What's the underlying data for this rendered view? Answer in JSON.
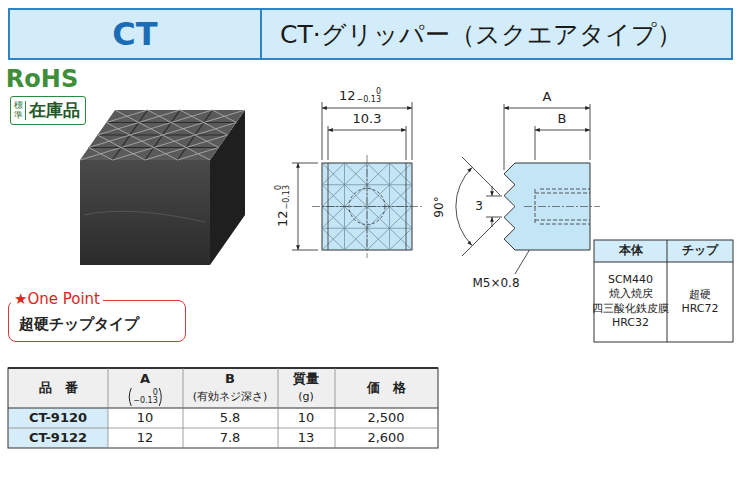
{
  "diagram": {
    "nodes": [
      {
        "text": [
          "CT"
        ]
      },
      {
        "text": [
          "CT·グリッパー（スクエアタイプ）"
        ]
      },
      {
        "text": [
          "標準",
          "在庫品"
        ]
      },
      {
        "text": [
          "★One Point",
          "超硬チップタイプ"
        ]
      }
    ],
    "labels": [
      "RoHS",
      "12",
      "0",
      "−0.13",
      "10.3",
      "12",
      "0",
      "−0.13",
      "A",
      "B",
      "3",
      "90°",
      "M5×0.8",
      "本体",
      "チップ",
      "SCM440 焼入焼戻 四三酸化鉄皮膜 HRC32",
      "超硬 HRC72",
      "品　番",
      "A",
      "0",
      "−0.13",
      "B",
      "(有効ネジ深さ)",
      "質量",
      "(g)",
      "価　格",
      "CT-9120",
      "10",
      "5.8",
      "10",
      "2,500",
      "CT-9122",
      "12",
      "7.8",
      "13",
      "2,600"
    ]
  }
}
